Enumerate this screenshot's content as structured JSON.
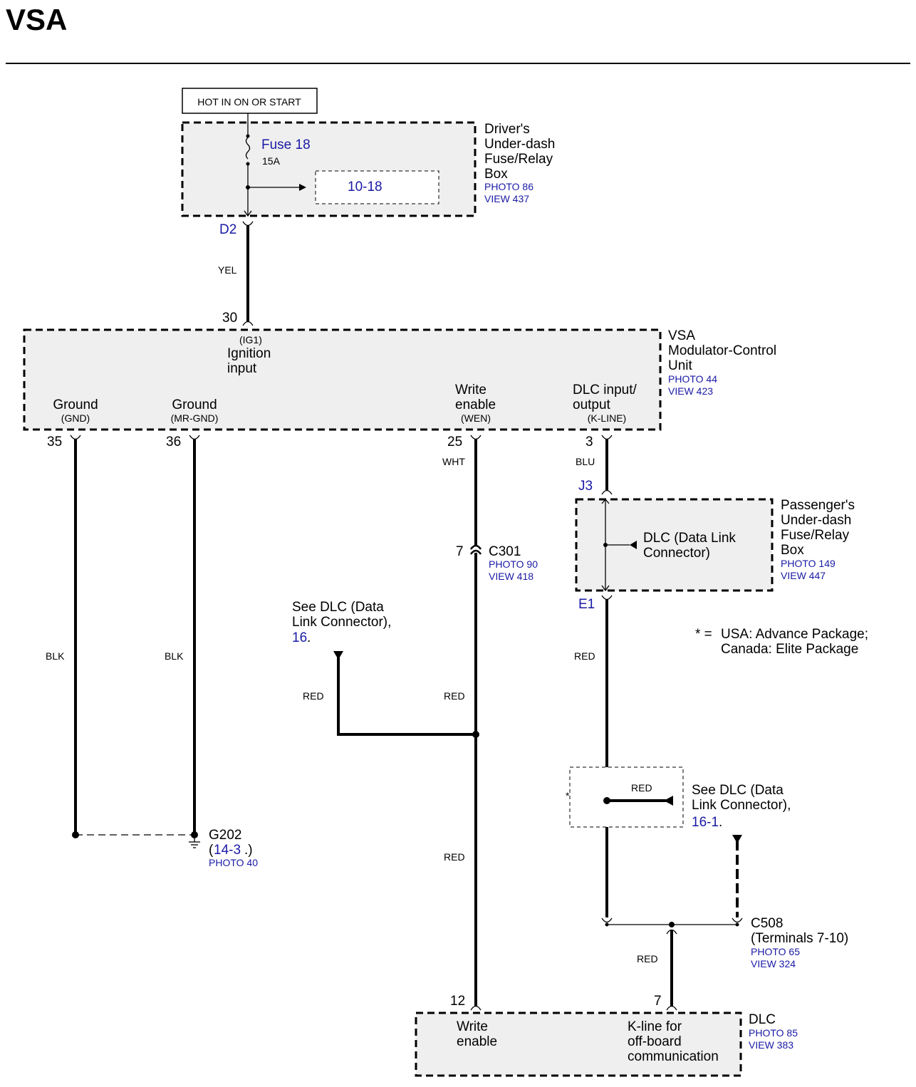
{
  "title": "VSA",
  "power_box": {
    "hot_label": "HOT IN ON OR START",
    "fuse_name": "Fuse 18",
    "fuse_rating": "15A",
    "ref": "10-18",
    "name_lines": [
      "Driver's",
      "Under-dash",
      "Fuse/Relay",
      "Box"
    ],
    "photo": "PHOTO 86",
    "view": "VIEW 437",
    "terminal": "D2"
  },
  "wire_yel": "YEL",
  "vsa_unit": {
    "name_lines": [
      "VSA",
      "Modulator-Control",
      "Unit"
    ],
    "photo": "PHOTO 44",
    "view": "VIEW 423",
    "pins": [
      {
        "number": "30",
        "code": "(IG1)",
        "label_lines": [
          "Ignition",
          "input"
        ]
      },
      {
        "number": "35",
        "code": "(GND)",
        "label_lines": [
          "Ground"
        ]
      },
      {
        "number": "36",
        "code": "(MR-GND)",
        "label_lines": [
          "Ground"
        ]
      },
      {
        "number": "25",
        "code": "(WEN)",
        "label_lines": [
          "Write",
          "enable"
        ]
      },
      {
        "number": "3",
        "code": "(K-LINE)",
        "label_lines": [
          "DLC input/",
          "output"
        ]
      }
    ]
  },
  "wires": {
    "gnd1": "BLK",
    "gnd2": "BLK",
    "wen": "WHT",
    "kline": "BLU",
    "dlc_branch": "RED",
    "wen_lower": "RED",
    "wen_bottom": "RED",
    "kline_lower": "RED",
    "kline_branch": "RED",
    "c508_out": "RED"
  },
  "ground": {
    "name": "G202",
    "ref": "14-3",
    "photo": "PHOTO 40"
  },
  "c301": {
    "pin": "7",
    "name": "C301",
    "photo": "PHOTO 90",
    "view": "VIEW 418"
  },
  "see_dlc_1": {
    "lines": [
      "See DLC (Data",
      "Link Connector),"
    ],
    "ref": "16"
  },
  "pass_box": {
    "terminal_in": "J3",
    "terminal_out": "E1",
    "inner_lines": [
      "DLC (Data Link",
      "Connector)"
    ],
    "name_lines": [
      "Passenger's",
      "Under-dash",
      "Fuse/Relay",
      "Box"
    ],
    "photo": "PHOTO 149",
    "view": "VIEW 447"
  },
  "note": {
    "marker": "* =",
    "lines": [
      "USA: Advance Package;",
      "Canada: Elite Package"
    ]
  },
  "see_dlc_2": {
    "marker": "*",
    "lines": [
      "See DLC (Data",
      "Link Connector),"
    ],
    "ref": "16-1"
  },
  "c508": {
    "name": "C508",
    "sub": "(Terminals 7-10)",
    "photo": "PHOTO 65",
    "view": "VIEW 324"
  },
  "dlc": {
    "name": "DLC",
    "photo": "PHOTO 85",
    "view": "VIEW 383",
    "pin_wen": "12",
    "pin_kline": "7",
    "wen_lines": [
      "Write",
      "enable"
    ],
    "kline_lines": [
      "K-line for",
      "off-board",
      "communication"
    ]
  }
}
